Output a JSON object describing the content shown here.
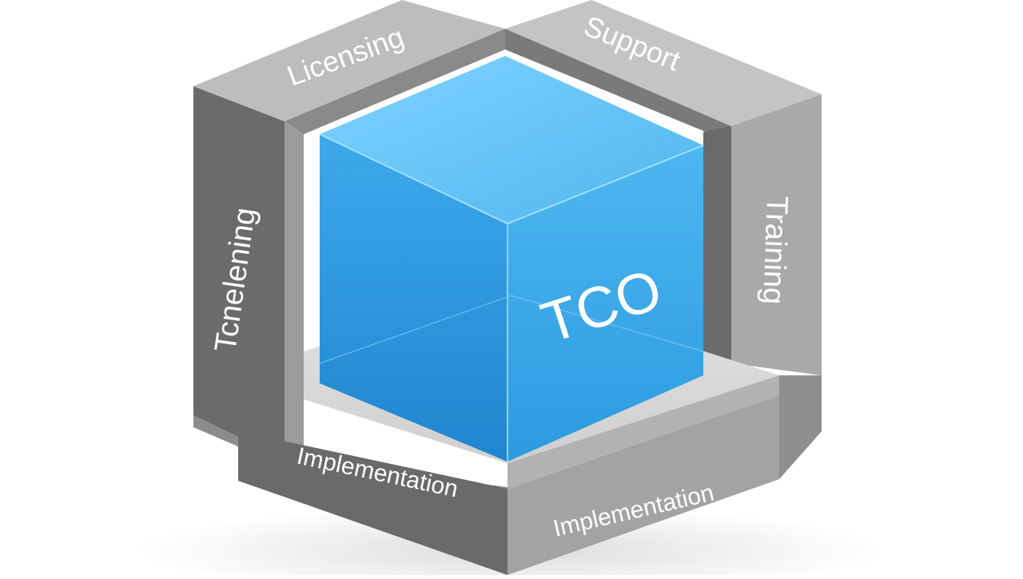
{
  "diagram": {
    "center": {
      "label": "TCO",
      "colors": {
        "top": "#69c6f7",
        "left": "#2f97dc",
        "right": "#3aa9ea",
        "edge": "#8fd6ff"
      }
    },
    "frame_labels": {
      "top_left": "Licensing",
      "top_right": "Support",
      "left": "Tcnelening",
      "right": "Training",
      "bottom_left": "Implementation",
      "bottom_right": "Implementation"
    },
    "colors": {
      "frame_light": "#b8b8b8",
      "frame_mid": "#9a9a9a",
      "frame_dark": "#6e6e6e",
      "frame_darker": "#5b5b5b",
      "inner_floor": "#d9d9d9",
      "shadow": "#e8e8e8"
    }
  }
}
